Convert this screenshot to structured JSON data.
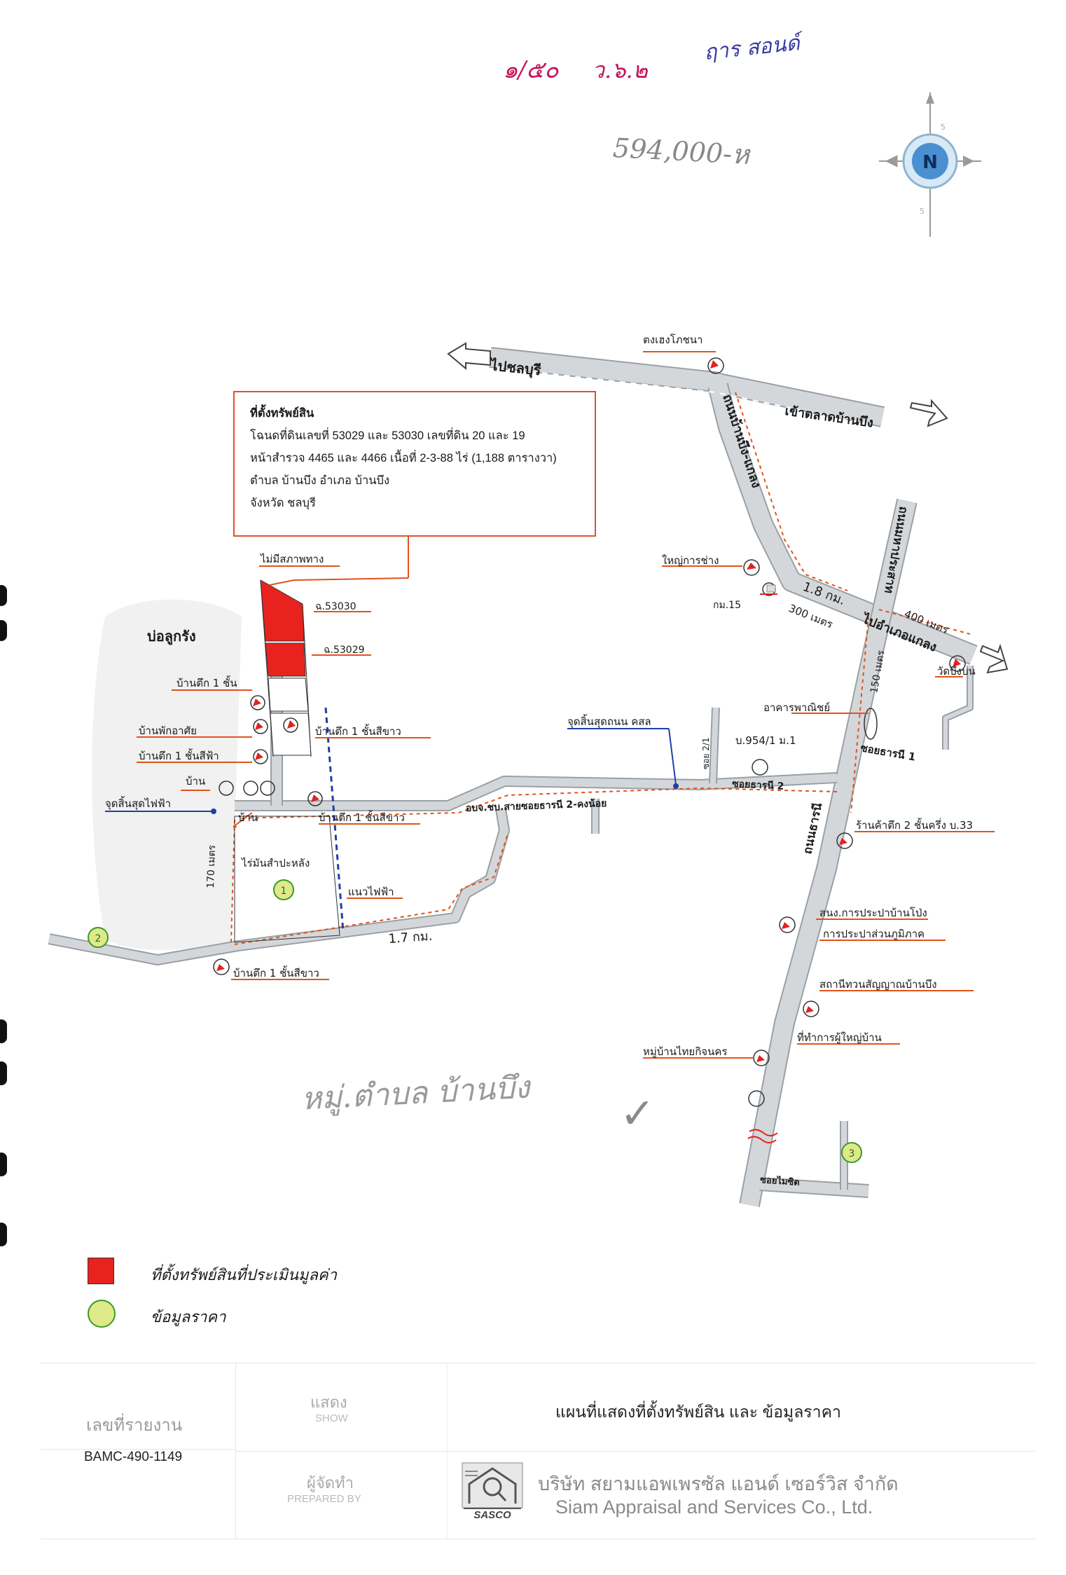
{
  "annotations": {
    "top_note_1": "๑/๕๐",
    "top_note_2": "ว.๖.๒",
    "top_note_3": "ฤาร สอนด์",
    "price_note": "594,000-ห",
    "bottom_note": "หมู่.ตำบล บ้านบึง",
    "check_mark": "✓"
  },
  "compass": {
    "label": "N",
    "north_mark": "5",
    "south_mark": "5"
  },
  "info_box": {
    "title": "ที่ตั้งทรัพย์สิน",
    "line1": "โฉนดที่ดินเลขที่ 53029 และ 53030 เลขที่ดิน 20 และ 19",
    "line2": "หน้าสำรวจ 4465 และ 4466 เนื้อที่ 2-3-88 ไร่ (1,188 ตารางวา)",
    "line3": "ตำบล บ้านบึง อำเภอ บ้านบึง",
    "line4": "จังหวัด ชลบุรี"
  },
  "map_labels": {
    "to_chonburi": "ไปชลบุรี",
    "to_market": "เข้าตลาดบ้านบึง",
    "tongheng": "ตงเฮงโภชนา",
    "road_banbueng_klaeng": "ถนนบ้านบึง-แกลง",
    "road_mahaprasat": "ถนนมหาประสาท",
    "yai_garage": "ใหญ่การช่าง",
    "km15": "กม.15",
    "dist_1_8": "1.8 กม.",
    "dist_300": "300 เมตร",
    "dist_400": "400 เมตร",
    "to_klaeng": "ไปอำเภอแกลง",
    "dist_150": "150 เมตร",
    "wat": "วัดบึงบน",
    "commercial": "อาคารพาณิชย์",
    "soi_tharanee1": "ซอยธารนี 1",
    "b954": "บ.954/1 ม.1",
    "soi21": "ซอย 2/1",
    "road_end": "จุดสิ้นสุดถนน คสล",
    "soi_tharanee2": "ซอยธารนี 2",
    "road_desc": "อบจ.ชบ.สายซอยธารนี 2-คงน้อย",
    "road_tharanee": "ถนนธารนี",
    "shop": "ร้านค้าตึก 2 ชั้นครึ่ง บ.33",
    "waterworks1": "สนง.การประปาบ้านโป่ง",
    "waterworks2": "การประปาส่วนภูมิภาค",
    "signal": "สถานีทวนสัญญาณบ้านบึง",
    "headman": "ที่ทำการผู้ใหญ่บ้าน",
    "village": "หมู่บ้านไทยกิจนคร",
    "soi_maisit": "ซอยไมซิต",
    "no_access": "ไม่มีสภาพทาง",
    "plot_53030": "ฉ.53030",
    "plot_53029": "ฉ.53029",
    "pond": "บ่อลูกรัง",
    "house_1floor": "บ้านตึก 1 ชั้น",
    "residence": "บ้านพักอาศัย",
    "house_1floor_blue": "บ้านตึก 1 ชั้นสีฟ้า",
    "house": "บ้าน",
    "elec_end": "จุดสิ้นสุดไฟฟ้า",
    "house_b": "บ้าน",
    "house_white1": "บ้านตึก 1 ชั้นสีขาว",
    "house_white2": "บ้านตึก 1 ชั้นสีขาว",
    "cassava": "ไร่มันสำปะหลัง",
    "power_line": "แนวไฟฟ้า",
    "dist_170": "170 เมตร",
    "dist_1_7": "1.7 กม.",
    "house_white3": "บ้านตึก 1 ชั้นสีขาว",
    "marker_1": "1",
    "marker_2": "2",
    "marker_3": "3"
  },
  "legend": {
    "subject": "ที่ตั้งทรัพย์สินที่ประเมินมูลค่า",
    "price": "ข้อมูลราคา",
    "subject_color": "#e8231f",
    "price_color": "#dfe98a"
  },
  "footer": {
    "report_no_label": "เลขที่รายงาน",
    "report_no": "BAMC-490-1149",
    "show_th": "แสดง",
    "show_en": "SHOW",
    "prepared_th": "ผู้จัดทำ",
    "prepared_en": "PREPARED BY",
    "title": "แผนที่แสดงที่ตั้งทรัพย์สิน และ ข้อมูลราคา",
    "logo_text": "SASCO",
    "company_th": "บริษัท สยามแอพเพรซัล แอนด์ เซอร์วิส จำกัด",
    "company_en": "Siam Appraisal and Services Co., Ltd."
  }
}
